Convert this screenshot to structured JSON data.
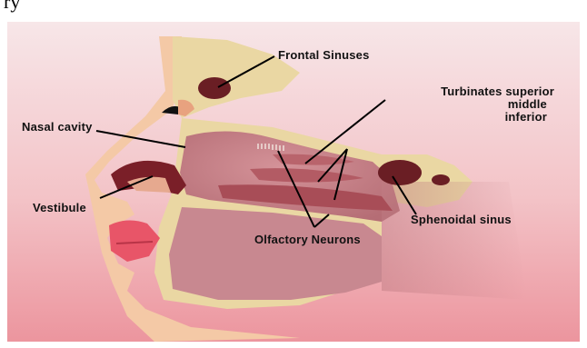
{
  "top_fragment": "ry",
  "labels": {
    "frontal_sinuses": "Frontal Sinuses",
    "nasal_cavity": "Nasal cavity",
    "turbinates_line1": "Turbinates superior",
    "turbinates_line2": "middle",
    "turbinates_line3": "inferior",
    "vestibule": "Vestibule",
    "sphenoidal_sinus": "Sphenoidal sinus",
    "olfactory_neurons": "Olfactory Neurons"
  },
  "colors": {
    "background_top": "#f6e2e4",
    "background_bottom": "#ef9aa3",
    "bone": "#ead7a3",
    "skin": "#f4c9a6",
    "cavity": "#c9838a",
    "tissue": "#d99aa0",
    "sinus_dark": "#6a1e24",
    "lip": "#e85568",
    "label_line": "#000000"
  }
}
